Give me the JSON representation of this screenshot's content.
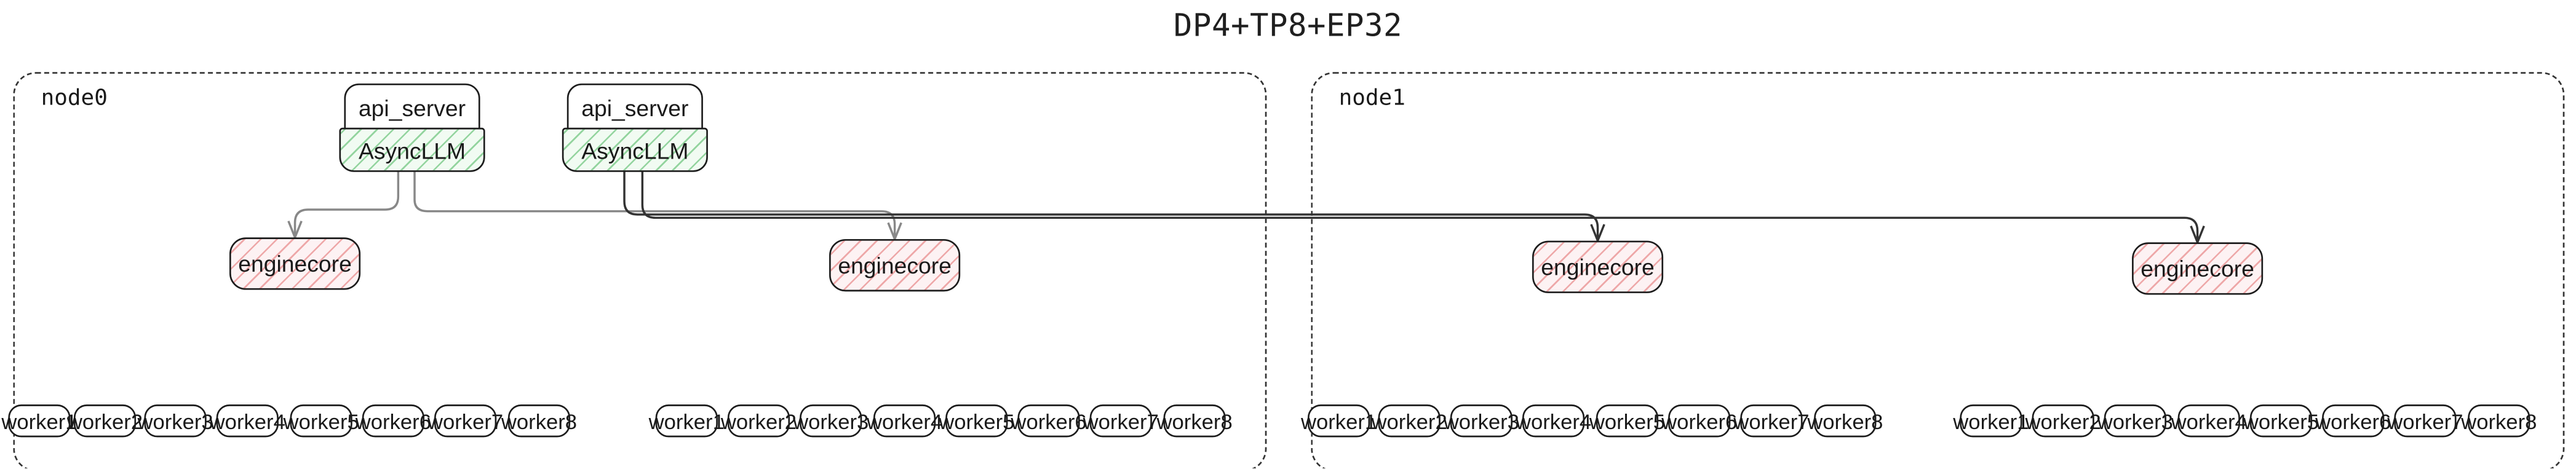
{
  "title": "DP4+TP8+EP32",
  "colors": {
    "asyncllm_fill": "#f1fbf2",
    "asyncllm_hatch": "#46b45a",
    "enginecore_fill": "#fdf2f3",
    "enginecore_hatch": "#e26a6a",
    "box_border": "#1c1c1c",
    "cluster_border": "#333333",
    "edge": "#333333",
    "edge_light": "#888888",
    "background": "#ffffff",
    "text": "#1a1a1a"
  },
  "clusters": [
    {
      "id": "node0",
      "label": "node0",
      "api_servers": [
        {
          "label": "api_server"
        },
        {
          "label": "api_server"
        }
      ],
      "async_llms": [
        {
          "label": "AsyncLLM"
        },
        {
          "label": "AsyncLLM"
        }
      ],
      "enginecores": [
        {
          "label": "enginecore"
        },
        {
          "label": "enginecore"
        }
      ],
      "worker_groups": [
        {
          "workers": [
            "worker1",
            "worker2",
            "worker3",
            "worker4",
            "worker5",
            "worker6",
            "worker7",
            "worker8"
          ]
        },
        {
          "workers": [
            "worker1",
            "worker2",
            "worker3",
            "worker4",
            "worker5",
            "worker6",
            "worker7",
            "worker8"
          ]
        }
      ]
    },
    {
      "id": "node1",
      "label": "node1",
      "api_servers": [],
      "async_llms": [],
      "enginecores": [
        {
          "label": "enginecore"
        },
        {
          "label": "enginecore"
        }
      ],
      "worker_groups": [
        {
          "workers": [
            "worker1",
            "worker2",
            "worker3",
            "worker4",
            "worker5",
            "worker6",
            "worker7",
            "worker8"
          ]
        },
        {
          "workers": [
            "worker1",
            "worker2",
            "worker3",
            "worker4",
            "worker5",
            "worker6",
            "worker7",
            "worker8"
          ]
        }
      ]
    }
  ]
}
